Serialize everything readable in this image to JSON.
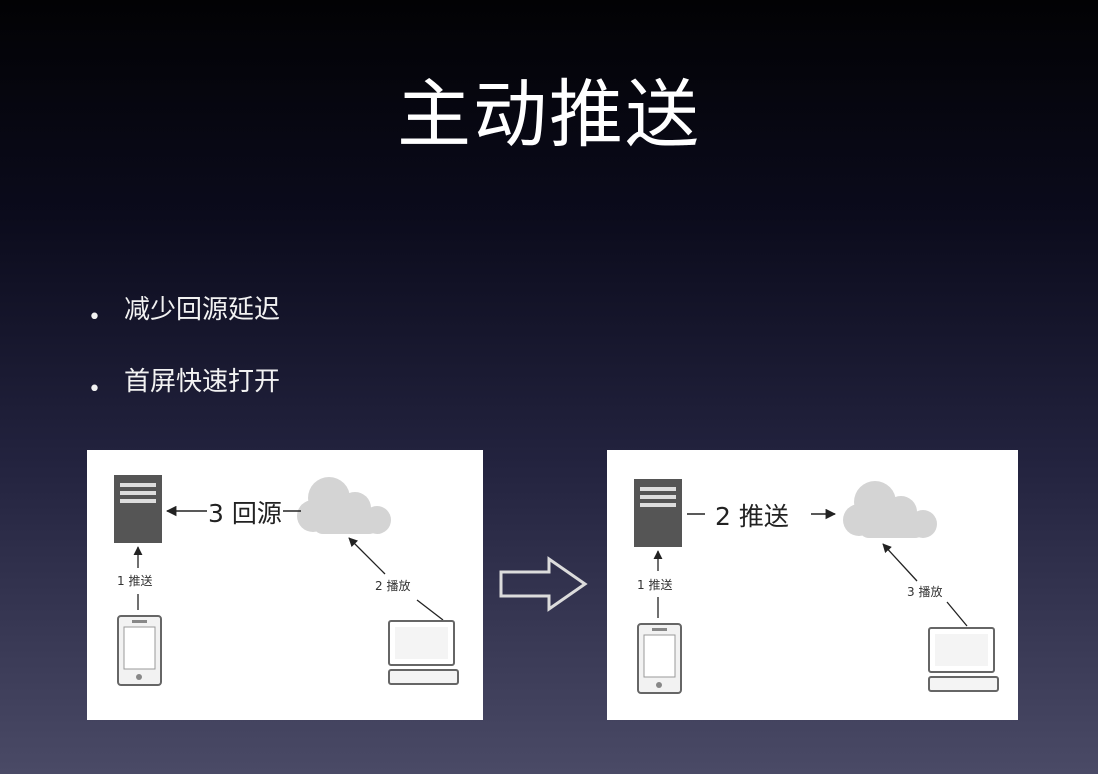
{
  "slide": {
    "title": "主动推送",
    "bullets": [
      "减少回源延迟",
      "首屏快速打开"
    ]
  },
  "before_diagram": {
    "main_label": "3 回源",
    "push_label": "1 推送",
    "play_label": "2 播放"
  },
  "after_diagram": {
    "main_label": "2 推送",
    "push_label": "1 推送",
    "play_label": "3 播放"
  },
  "icons": [
    "server-icon",
    "cloud-icon",
    "phone-icon",
    "computer-icon",
    "right-arrow-icon"
  ],
  "colors": {
    "background_top": "#020204",
    "background_bottom": "#4a4a66",
    "panel": "#ffffff",
    "text": "#ffffff"
  }
}
